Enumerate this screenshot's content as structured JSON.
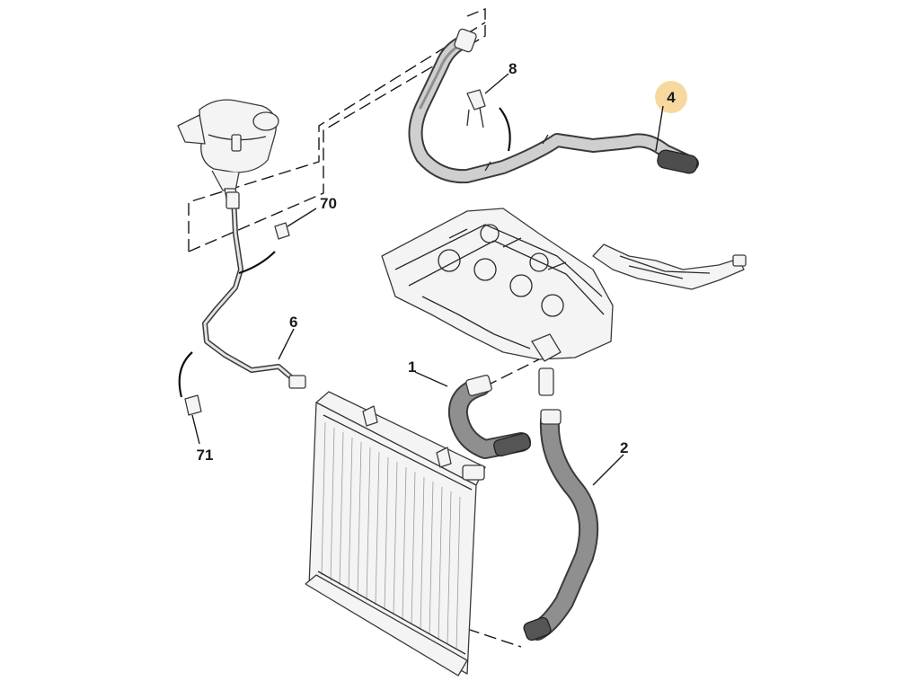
{
  "callouts": {
    "c1": "1",
    "c2": "2",
    "c4": "4",
    "c6": "6",
    "c8": "8",
    "c70": "70",
    "c71": "71"
  },
  "colors": {
    "highlight": "#f7d9a0",
    "hose": "#8a8a8a",
    "hose_light": "#d6d6d6",
    "line": "#2b2b2b"
  }
}
